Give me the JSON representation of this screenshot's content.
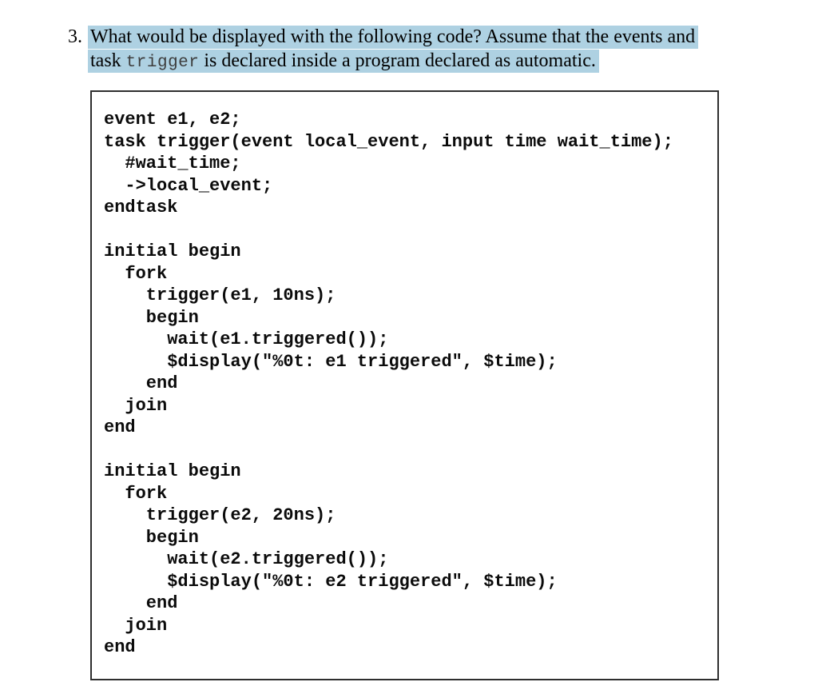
{
  "question": {
    "number": "3.",
    "line1": "What would be displayed with the following code? Assume that the events and",
    "line2_before": "task ",
    "line2_code": "trigger",
    "line2_after": " is declared inside a program declared as automatic."
  },
  "code": {
    "content": "event e1, e2;\ntask trigger(event local_event, input time wait_time);\n  #wait_time;\n  ->local_event;\nendtask\n\ninitial begin\n  fork\n    trigger(e1, 10ns);\n    begin\n      wait(e1.triggered());\n      $display(\"%0t: e1 triggered\", $time);\n    end\n  join\nend\n\ninitial begin\n  fork\n    trigger(e2, 20ns);\n    begin\n      wait(e2.triggered());\n      $display(\"%0t: e2 triggered\", $time);\n    end\n  join\nend"
  },
  "colors": {
    "highlight": "#aed1e2",
    "code_border": "#2e2e2e",
    "text": "#000000",
    "inline_code_text": "#3d3d3d"
  }
}
